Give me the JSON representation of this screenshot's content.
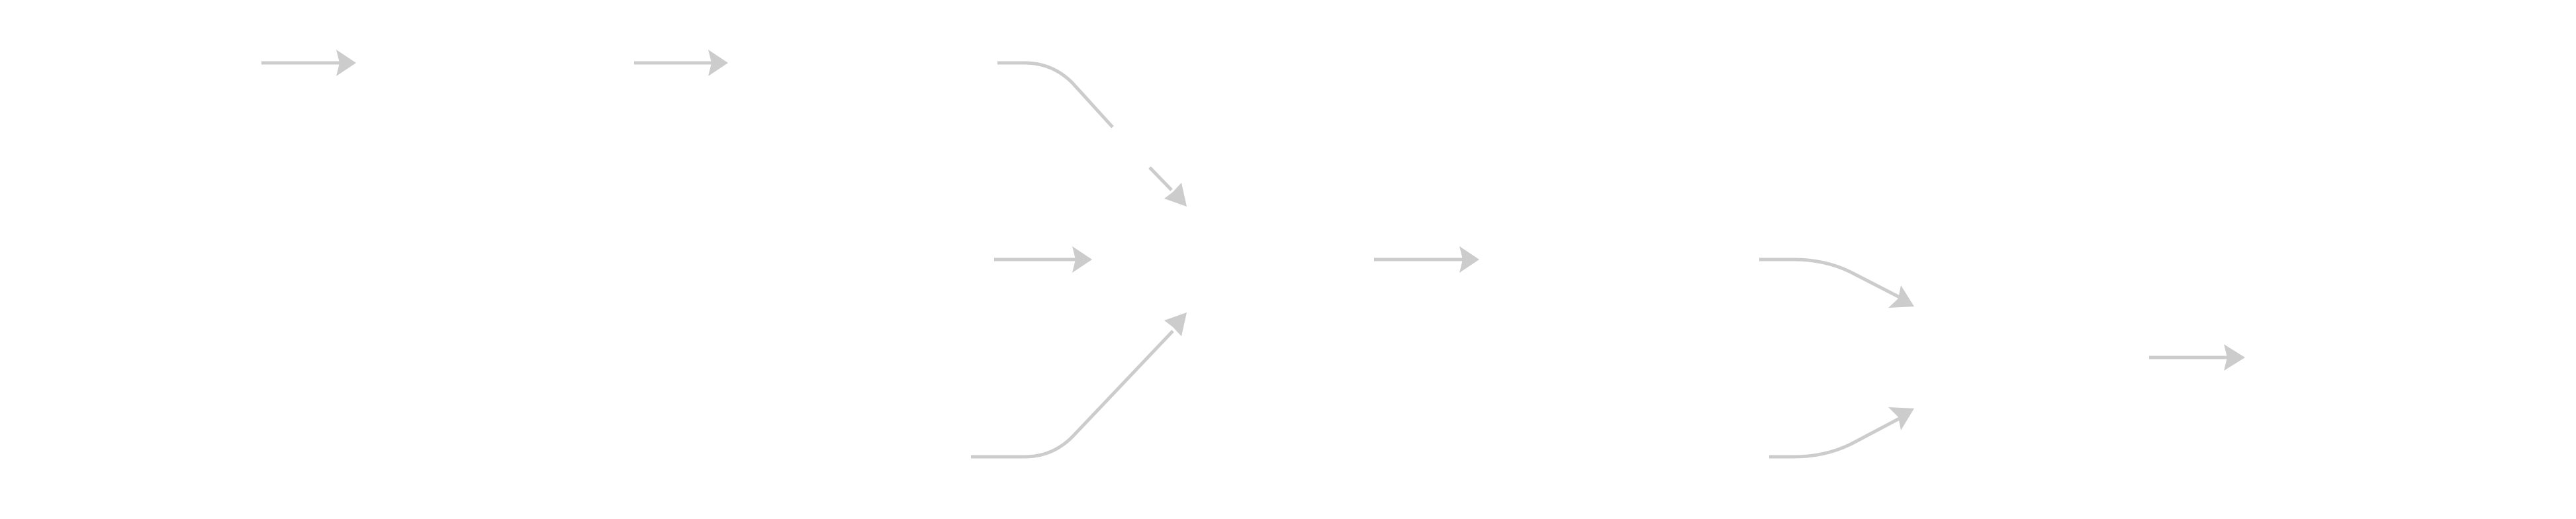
{
  "diagram": {
    "type": "flow-diagram",
    "description_visible_text": [],
    "colors": {
      "background": "#ffffff",
      "connector": "#cccccc"
    },
    "connectors": [
      {
        "id": "c1",
        "kind": "straight",
        "direction": "right",
        "from": "node-1",
        "to": "node-2"
      },
      {
        "id": "c2",
        "kind": "straight",
        "direction": "right",
        "from": "node-2",
        "to": "node-3"
      },
      {
        "id": "c3",
        "kind": "curved",
        "direction": "down-right",
        "from": "node-3a",
        "to": "node-4",
        "has_gap": true
      },
      {
        "id": "c4",
        "kind": "straight",
        "direction": "right",
        "from": "node-3b",
        "to": "node-3b-target"
      },
      {
        "id": "c5",
        "kind": "curved",
        "direction": "up-right",
        "from": "node-3c",
        "to": "node-4"
      },
      {
        "id": "c6",
        "kind": "straight",
        "direction": "right",
        "from": "node-4",
        "to": "node-5"
      },
      {
        "id": "c7",
        "kind": "curved",
        "direction": "down-right",
        "from": "node-5a",
        "to": "node-6"
      },
      {
        "id": "c8",
        "kind": "curved",
        "direction": "up-right",
        "from": "node-5b",
        "to": "node-6"
      },
      {
        "id": "c9",
        "kind": "straight",
        "direction": "right",
        "from": "node-6",
        "to": "node-7"
      }
    ]
  }
}
